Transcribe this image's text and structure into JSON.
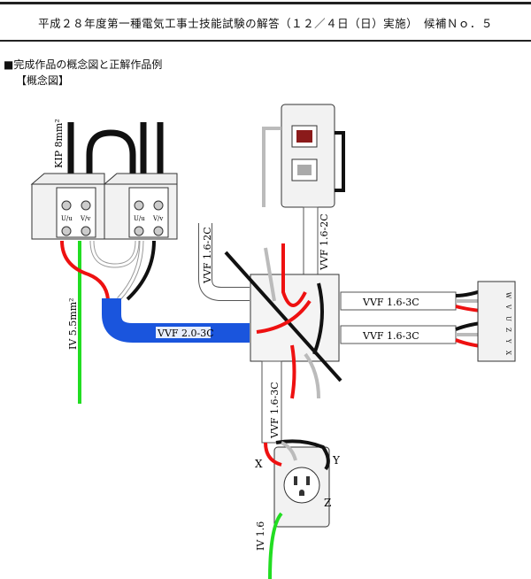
{
  "header": {
    "title": "平成２８年度第一種電気工事士技能試験の解答（１２／４日（日）実施）　候補Ｎｏ．５",
    "section_heading": "■完成作品の概念図と正解作品例",
    "subheading": "【概念図】"
  },
  "diagram": {
    "labels": {
      "kip": "KIP 8mm²",
      "iv55": "IV 5.5mm²",
      "vvf20": "VVF 2.0-3C",
      "vvf16_2c_left": "VVF 1.6-2C",
      "vvf16_2c_top": "VVF 1.6-2C",
      "vvf16_3c_upper": "VVF 1.6-3C",
      "vvf16_3c_lower": "VVF 1.6-3C",
      "vvf16_3c_bottom": "VVF 1.6-3C",
      "iv16": "IV 1.6",
      "x": "X",
      "y": "Y",
      "z": "Z"
    },
    "terminal_labels": [
      "U/u",
      "V/v"
    ],
    "terminal_block_labels": [
      "W",
      "V",
      "U",
      "Z",
      "Y",
      "X"
    ],
    "colors": {
      "red": "#ee1111",
      "black": "#111111",
      "green": "#22dd22",
      "blue": "#1a55dd",
      "white": "#ffffff"
    }
  }
}
